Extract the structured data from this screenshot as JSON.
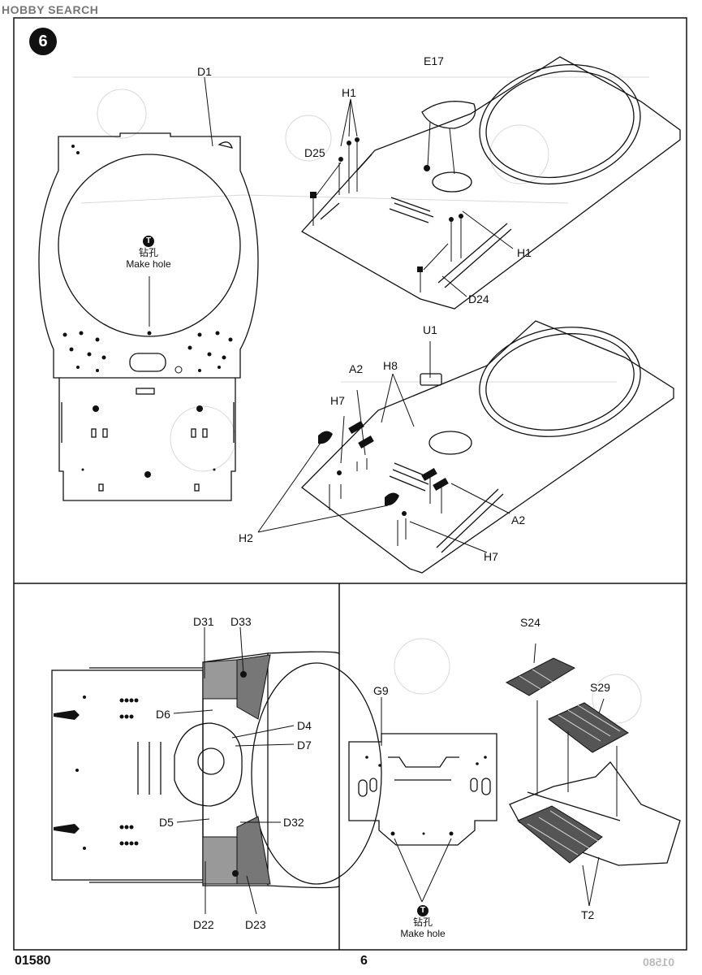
{
  "watermark": "HOBBY SEARCH",
  "step_number": "6",
  "parts": {
    "d1": "D1",
    "e17": "E17",
    "h1_top": "H1",
    "d25": "D25",
    "h1_right": "H1",
    "d24": "D24",
    "u1": "U1",
    "a2_top": "A2",
    "h8": "H8",
    "h7_top": "H7",
    "a2_right": "A2",
    "h2": "H2",
    "h7_bottom": "H7",
    "d31": "D31",
    "d33": "D33",
    "d6": "D6",
    "d4": "D4",
    "d7": "D7",
    "d5": "D5",
    "d32": "D32",
    "d22": "D22",
    "d23": "D23",
    "s24": "S24",
    "s29": "S29",
    "g9": "G9",
    "t2": "T2"
  },
  "drill_note_top": {
    "cn": "钻孔",
    "en": "Make hole",
    "glyph": "T"
  },
  "drill_note_bottom": {
    "cn": "钻孔",
    "en": "Make hole",
    "glyph": "T"
  },
  "footer": {
    "code": "01580",
    "page": "6",
    "mirror_code": "01580"
  }
}
